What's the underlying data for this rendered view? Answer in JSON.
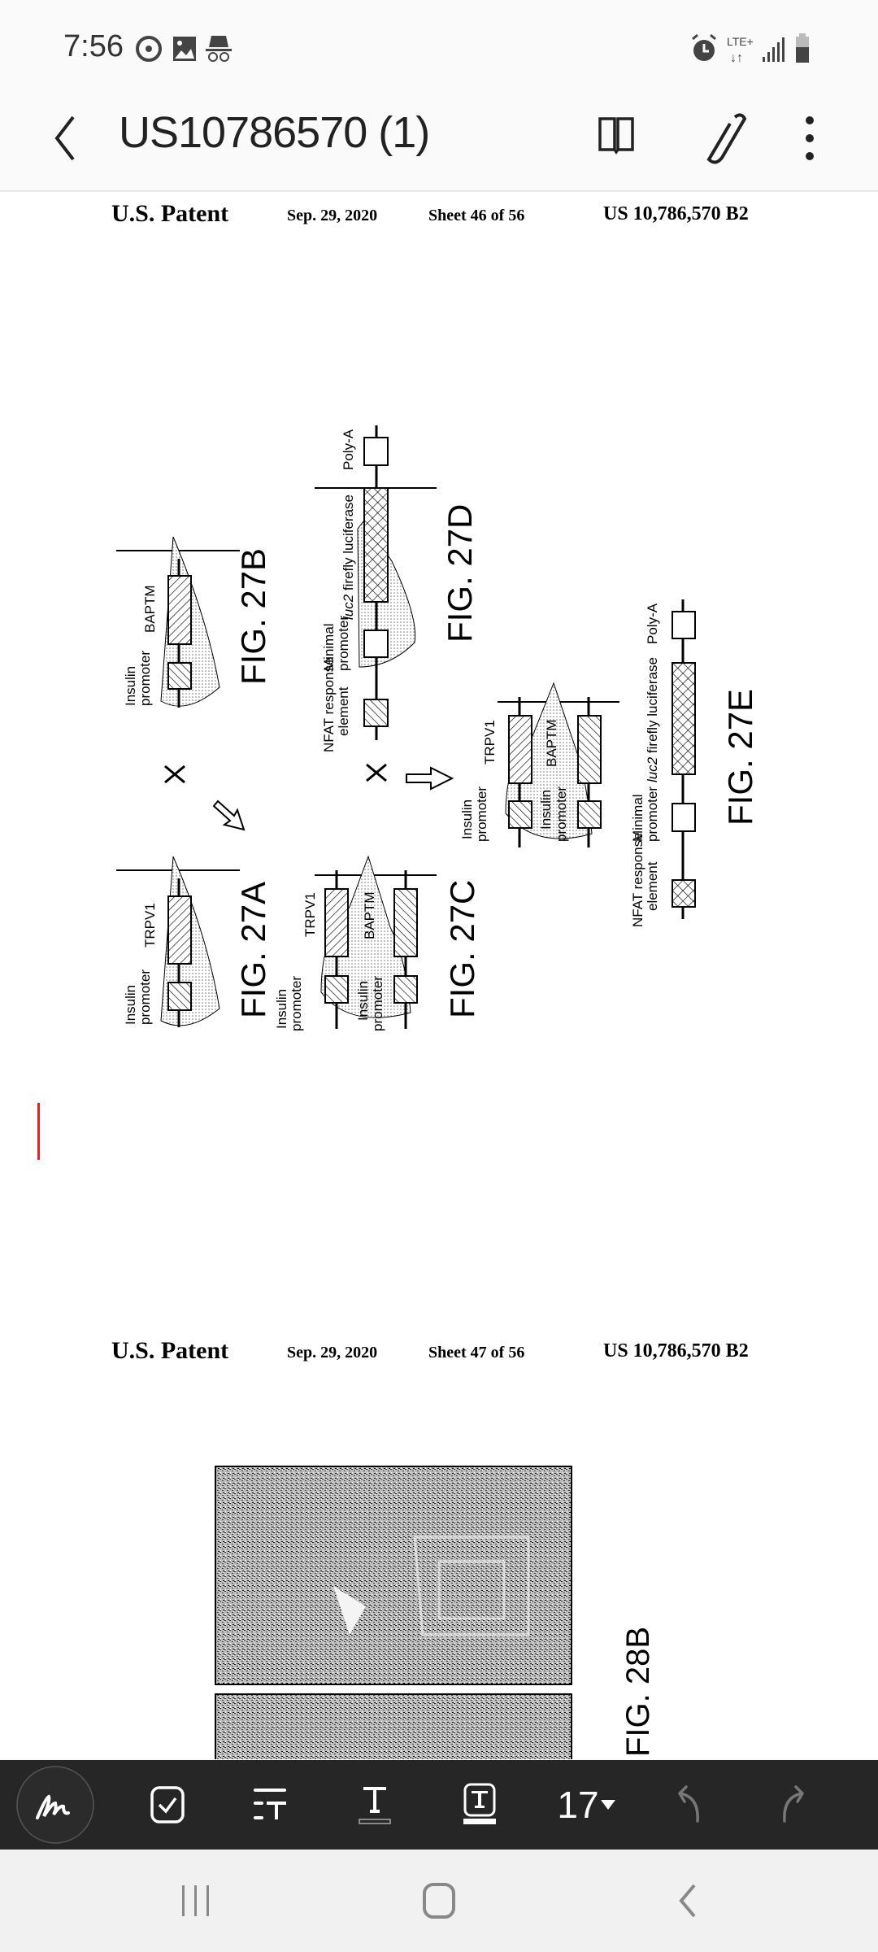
{
  "status_bar": {
    "time": "7:56",
    "network": "LTE+"
  },
  "app_bar": {
    "title": "US10786570 (1)"
  },
  "pages": [
    {
      "header": {
        "left": "U.S. Patent",
        "date": "Sep. 29, 2020",
        "sheet": "Sheet 46 of 56",
        "number": "US 10,786,570 B2"
      }
    },
    {
      "header": {
        "left": "U.S. Patent",
        "date": "Sep. 29, 2020",
        "sheet": "Sheet 47 of 56",
        "number": "US 10,786,570 B2"
      }
    }
  ],
  "figures": {
    "fig27a": {
      "label": "FIG. 27A",
      "insulin": "Insulin",
      "promoter": "promoter",
      "gene": "TRPV1"
    },
    "fig27b": {
      "label": "FIG. 27B",
      "insulin": "Insulin",
      "promoter": "promoter",
      "gene": "BAPTM"
    },
    "fig27c": {
      "label": "FIG. 27C",
      "insulin": "Insulin",
      "promoter": "promoter",
      "gene1": "TRPV1",
      "gene2": "BAPTM",
      "insulin2": "Insulin",
      "promoter2": "promoter"
    },
    "fig27d": {
      "label": "FIG. 27D",
      "nfat1": "NFAT response",
      "nfat2": "element",
      "min1": "Minimal",
      "min2": "promoter",
      "luc_italic": "luc2",
      "luc_rest": " firefly luciferase",
      "polya": "Poly-A"
    },
    "fig27e_cross": {
      "insulin": "Insulin",
      "promoter": "promoter",
      "gene1": "TRPV1",
      "gene2": "BAPTM",
      "insulin2": "Insulin",
      "promoter2": "promoter"
    },
    "fig27e": {
      "label": "FIG. 27E",
      "nfat1": "NFAT response",
      "nfat2": "element",
      "min1": "Minimal",
      "min2": "promoter",
      "luc_italic": "luc2",
      "luc_rest": " firefly luciferase",
      "polya": "Poly-A"
    },
    "fig28b": {
      "label": "FIG. 28B"
    }
  },
  "toolbar": {
    "font_size": "17",
    "accent": "#e0202a"
  }
}
